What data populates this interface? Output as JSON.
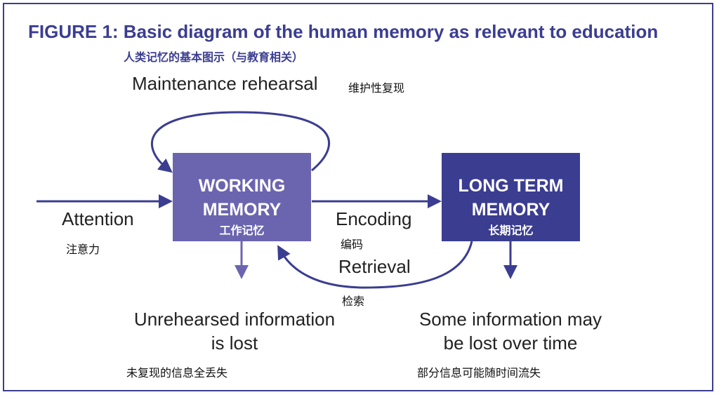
{
  "title": "FIGURE 1: Basic diagram of the human memory as relevant to education",
  "subtitle": "人类记忆的基本图示（与教育相关）",
  "maintenance": {
    "label": "Maintenance rehearsal",
    "zh": "维护性复现"
  },
  "attention": {
    "label": "Attention",
    "zh": "注意力"
  },
  "encoding": {
    "label": "Encoding",
    "zh": "编码"
  },
  "retrieval": {
    "label": "Retrieval",
    "zh": "检索"
  },
  "working_memory": {
    "line1": "WORKING",
    "line2": "MEMORY",
    "zh": "工作记忆"
  },
  "long_term_memory": {
    "line1": "LONG TERM",
    "line2": "MEMORY",
    "zh": "长期记忆"
  },
  "unrehearsed": {
    "line1": "Unrehearsed information",
    "line2": "is lost",
    "zh": "未复现的信息全丢失"
  },
  "lost_over_time": {
    "line1": "Some information may",
    "line2": "be lost over time",
    "zh": "部分信息可能随时间流失"
  },
  "colors": {
    "dark": "#3b3d91",
    "light": "#6b65b0",
    "arrow_light": "#6b65b0"
  }
}
